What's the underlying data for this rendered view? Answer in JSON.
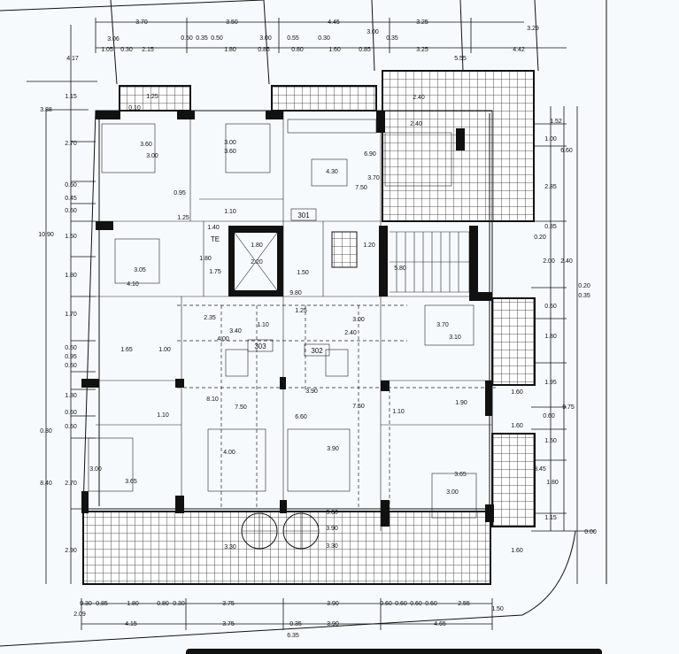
{
  "units": {
    "u301": "301",
    "u302": "302",
    "u303": "303",
    "te": "TE"
  },
  "dimensions": {
    "top_row1": [
      "3.70",
      "3.50",
      "4.45",
      "3.25",
      "3.29"
    ],
    "top_row2": [
      "1.05",
      "0.30",
      "2.15",
      "1.80",
      "0.85",
      "0.80",
      "1.60",
      "0.85",
      "3.25",
      "4.42"
    ],
    "top_small": [
      "3.06",
      "0.50",
      "0.35",
      "0.50",
      "3.00",
      "0.55",
      "0.30",
      "3.00",
      "0.35",
      "4.17",
      "1.15",
      "3.88",
      "5.55",
      "2.40"
    ],
    "left": [
      "2.70",
      "0.60",
      "0.45",
      "0.60",
      "1.50",
      "1.80",
      "1.70",
      "0.60",
      "0.95",
      "0.60",
      "1.30",
      "0.60",
      "0.60",
      "2.70",
      "2.90",
      "10.90",
      "0.30",
      "8.40"
    ],
    "right": [
      "1.52",
      "1.00",
      "6.60",
      "2.85",
      "0.35",
      "0.20",
      "2.00",
      "2.40",
      "0.20",
      "0.35",
      "0.60",
      "1.80",
      "1.95",
      "9.75",
      "0.60",
      "1.50",
      "1.80",
      "3.45",
      "1.15",
      "0.00",
      "1.60",
      "1.60",
      "1.60"
    ],
    "bottom_row1": [
      "0.30",
      "0.85",
      "1.80",
      "0.80",
      "0.30",
      "3.75",
      "3.90",
      "0.60",
      "0.60",
      "0.60",
      "0.60",
      "2.55",
      "1.50"
    ],
    "bottom_row2": [
      "2.09",
      "4.15",
      "3.75",
      "0.35",
      "3.90",
      "4.65",
      "6.35"
    ],
    "interior": [
      "3.60",
      "3.00",
      "3.00",
      "3.60",
      "4.30",
      "6.90",
      "7.50",
      "3.70",
      "3.05",
      "4.10",
      "1.80",
      "1.75",
      "1.80",
      "2.20",
      "1.50",
      "1.20",
      "5.80",
      "9.80",
      "1.25",
      "2.35",
      "1.10",
      "3.40",
      "4.00",
      "3.00",
      "2.40",
      "3.90",
      "8.10",
      "7.50",
      "6.60",
      "7.50",
      "4.00",
      "3.90",
      "3.70",
      "3.10",
      "3.00",
      "3.65",
      "3.00",
      "3.65",
      "1.65",
      "1.00",
      "1.10",
      "1.10",
      "1.90",
      "3.60",
      "3.90",
      "3.30",
      "3.30",
      "1.10",
      "1.40",
      "0.95",
      "1.25",
      "2.40",
      "1.25",
      "0.10"
    ]
  }
}
